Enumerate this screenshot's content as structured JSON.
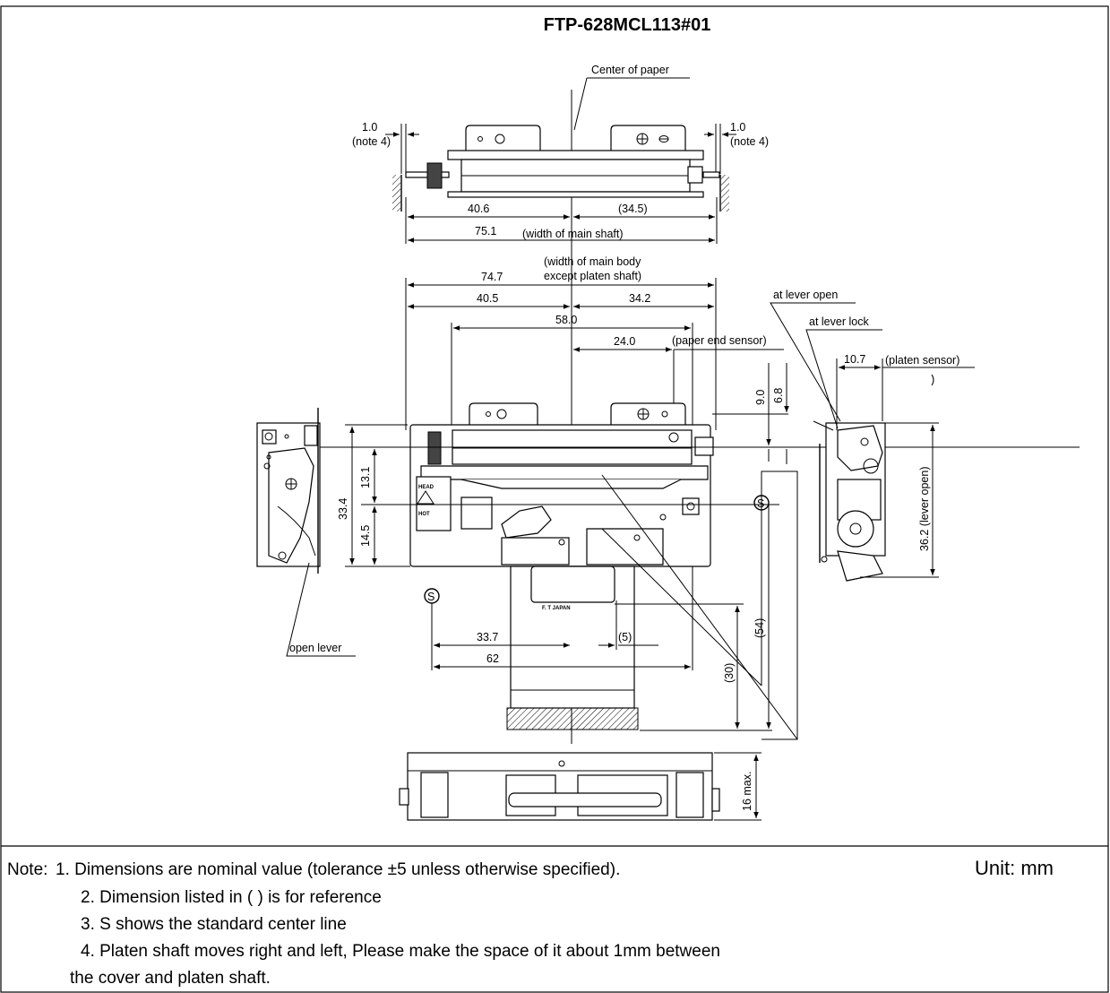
{
  "title": "FTP-628MCL113#01",
  "unit": "Unit: mm",
  "labels": {
    "center_of_paper": "Center of paper",
    "gap_left_value": "1.0",
    "gap_left_note": "(note 4)",
    "gap_right_value": "1.0",
    "gap_right_note": "(note 4)",
    "dim_40_6": "40.6",
    "dim_34_5": "(34.5)",
    "dim_75_1": "75.1",
    "width_main_shaft": "(width of main shaft)",
    "width_main_body_1": "(width of main body",
    "width_main_body_2": "except platen shaft)",
    "dim_74_7": "74.7",
    "dim_40_5": "40.5",
    "dim_34_2": "34.2",
    "dim_58_0": "58.0",
    "dim_24_0": "24.0",
    "paper_end_sensor": "(paper end sensor)",
    "at_lever_open": "at lever open",
    "at_lever_lock": "at lever lock",
    "dim_10_7": "10.7",
    "platen_sensor": "(platen sensor)",
    "dim_9_0": "9.0",
    "dim_6_8": "6.8",
    "dim_36_2": "36.2 (lever open)",
    "dim_33_4": "33.4",
    "dim_13_1": "13.1",
    "dim_14_5": "14.5",
    "s_mark_1": "S",
    "s_mark_2": "S",
    "open_lever": "open lever",
    "dim_33_7": "33.7",
    "dim_5": "(5)",
    "dim_62": "62",
    "dim_54": "(54)",
    "dim_30": "(30)",
    "dim_16_max": "16 max.",
    "label_head": "HEAD",
    "label_hot": "HOT",
    "label_ft": "F. T JAPAN"
  },
  "notes": {
    "prefix": "Note:",
    "n1": "1. Dimensions are nominal value (tolerance ±5 unless otherwise specified).",
    "n2": "2. Dimension listed in ( ) is for reference",
    "n3": "3. S shows the standard center line",
    "n4a": "4. Platen shaft moves right and left, Please make the space of it about 1mm between",
    "n4b": "the cover and platen shaft."
  }
}
